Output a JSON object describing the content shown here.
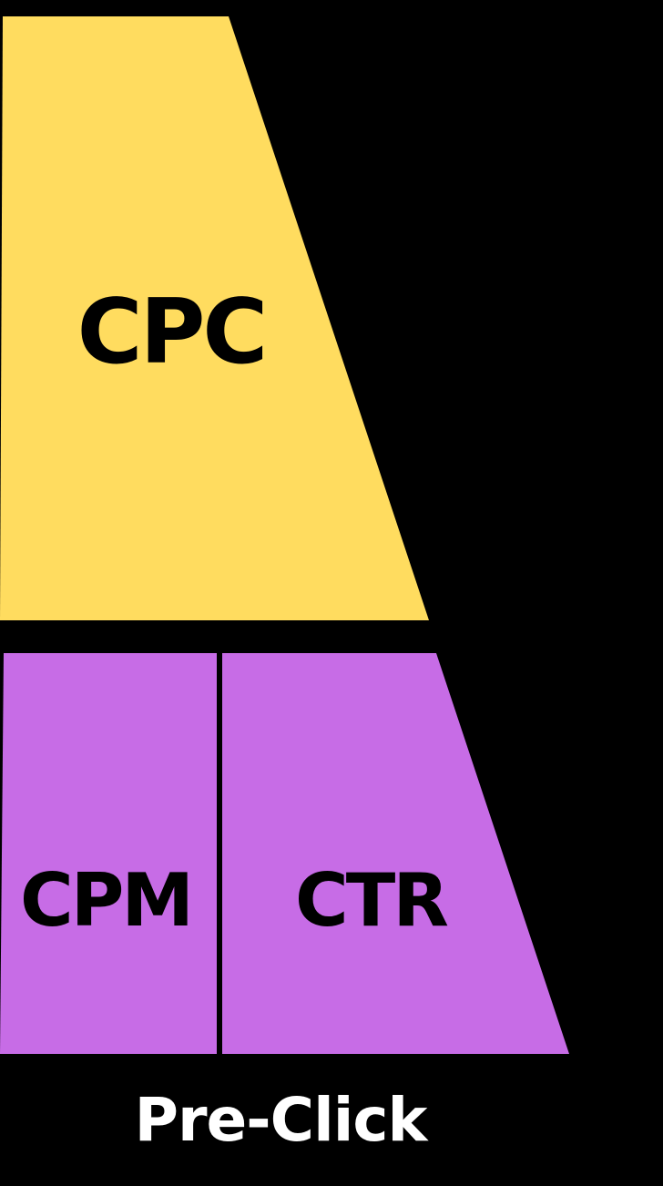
{
  "diagram": {
    "top_section": {
      "label": "CPC",
      "color": "#ffdc5f"
    },
    "bottom_section": {
      "color": "#c76ce6",
      "left_label": "CPM",
      "right_label": "CTR"
    },
    "footer": {
      "label": "Pre-Click",
      "color": "#ffffff"
    },
    "background": "#000000",
    "divider_color": "#000000"
  }
}
